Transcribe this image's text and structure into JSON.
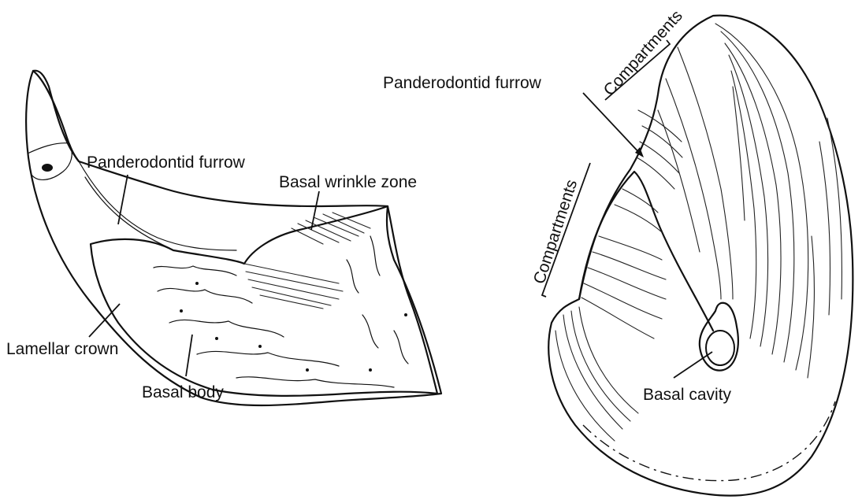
{
  "left_element": {
    "labels": {
      "panderodontid_furrow": "Panderodontid furrow",
      "basal_wrinkle_zone": "Basal wrinkle zone",
      "lamellar_crown": "Lamellar crown",
      "basal_body": "Basal body"
    }
  },
  "right_element": {
    "labels": {
      "panderodontid_furrow": "Panderodontid furrow",
      "compartments_upper": "Compartments",
      "compartments_lower": "Compartments",
      "basal_cavity": "Basal cavity"
    }
  },
  "colors": {
    "ink": "#111111",
    "background": "#ffffff"
  }
}
